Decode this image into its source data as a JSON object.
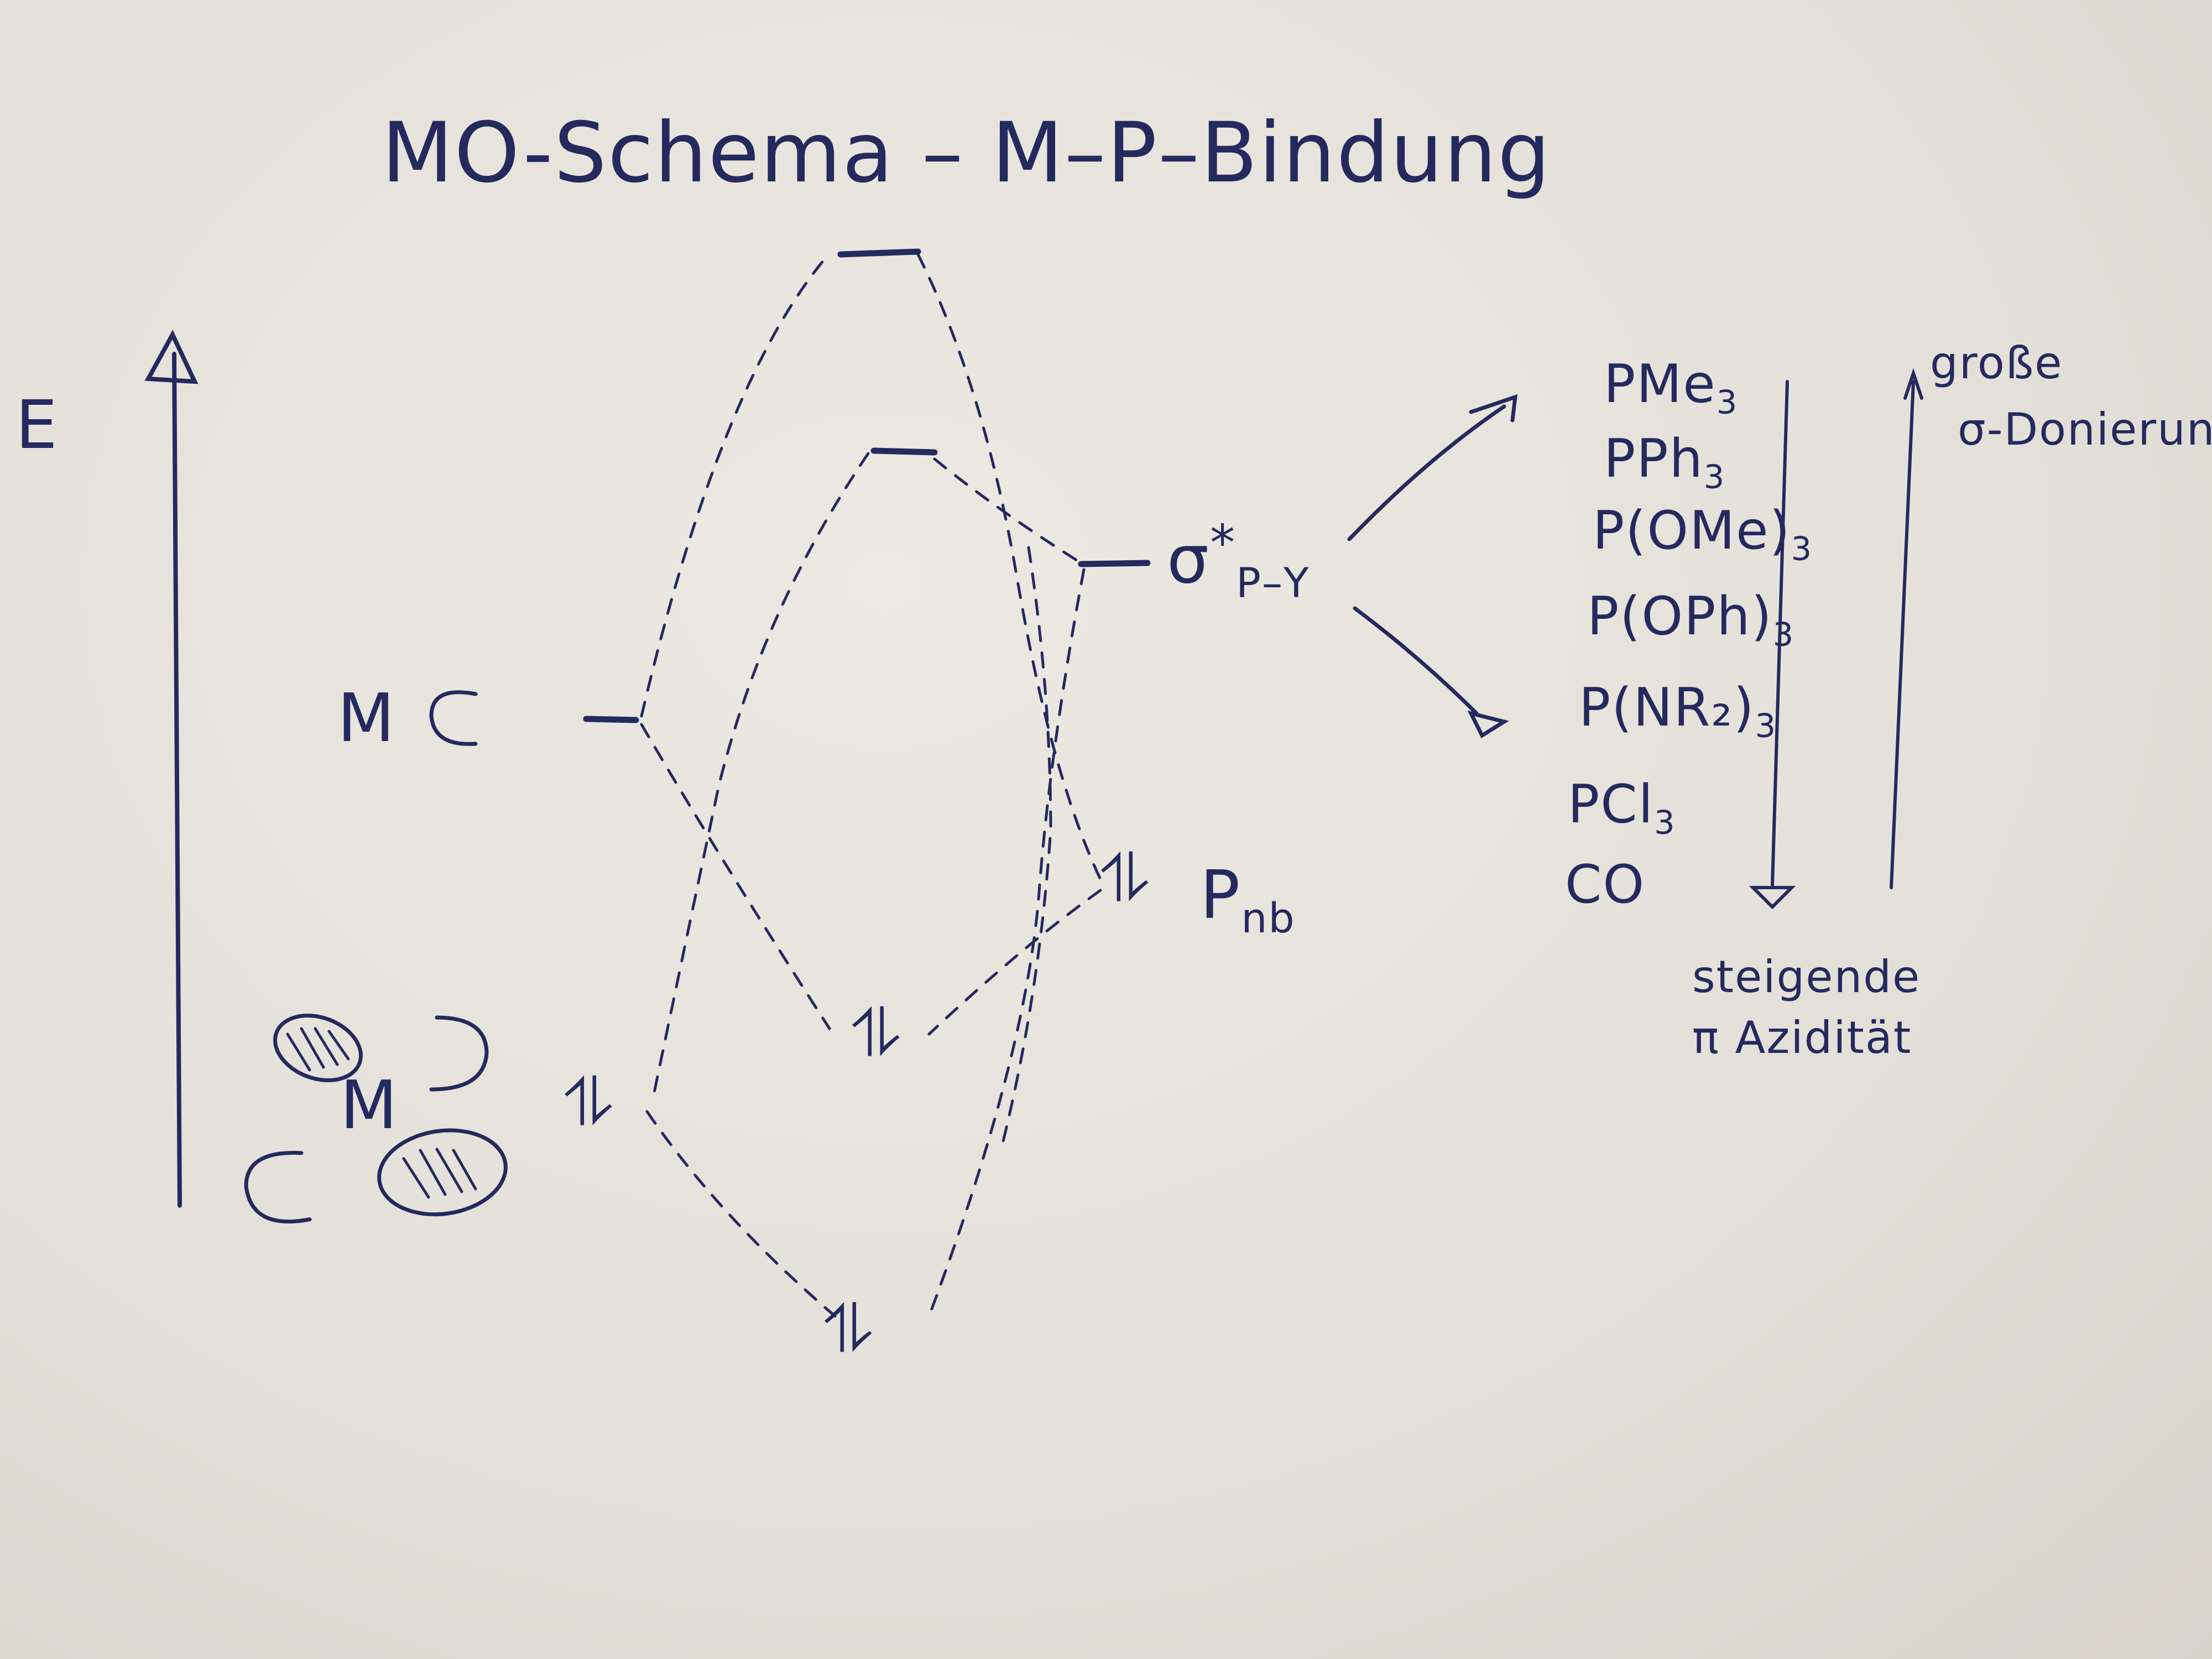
{
  "title": "MO-Schema – M–P–Bindung",
  "energy_axis_label": "E",
  "metal_sigma_label": "M",
  "metal_pi_label": "M",
  "pi_acceptor_label": {
    "sigma": "σ",
    "star": "*",
    "sub": "P–Y"
  },
  "donor_label": {
    "main": "P",
    "sub": "nb"
  },
  "ligand_series": [
    {
      "main": "PMe",
      "sub": "3"
    },
    {
      "main": "PPh",
      "sub": "3"
    },
    {
      "main": "P(OMe)",
      "sub": "3"
    },
    {
      "main": "P(OPh)",
      "sub": "3"
    },
    {
      "main": "P(NR₂)",
      "sub": "3"
    },
    {
      "main": "PCl",
      "sub": "3"
    },
    {
      "main": "CO",
      "sub": ""
    }
  ],
  "trend_down_label": {
    "line1": "steigende",
    "line2": "π Azidität"
  },
  "trend_up_label": {
    "line1": "große",
    "line2": "σ-Donierung"
  },
  "electron_pair_symbol": "⥮",
  "ink_color": "#26295e"
}
